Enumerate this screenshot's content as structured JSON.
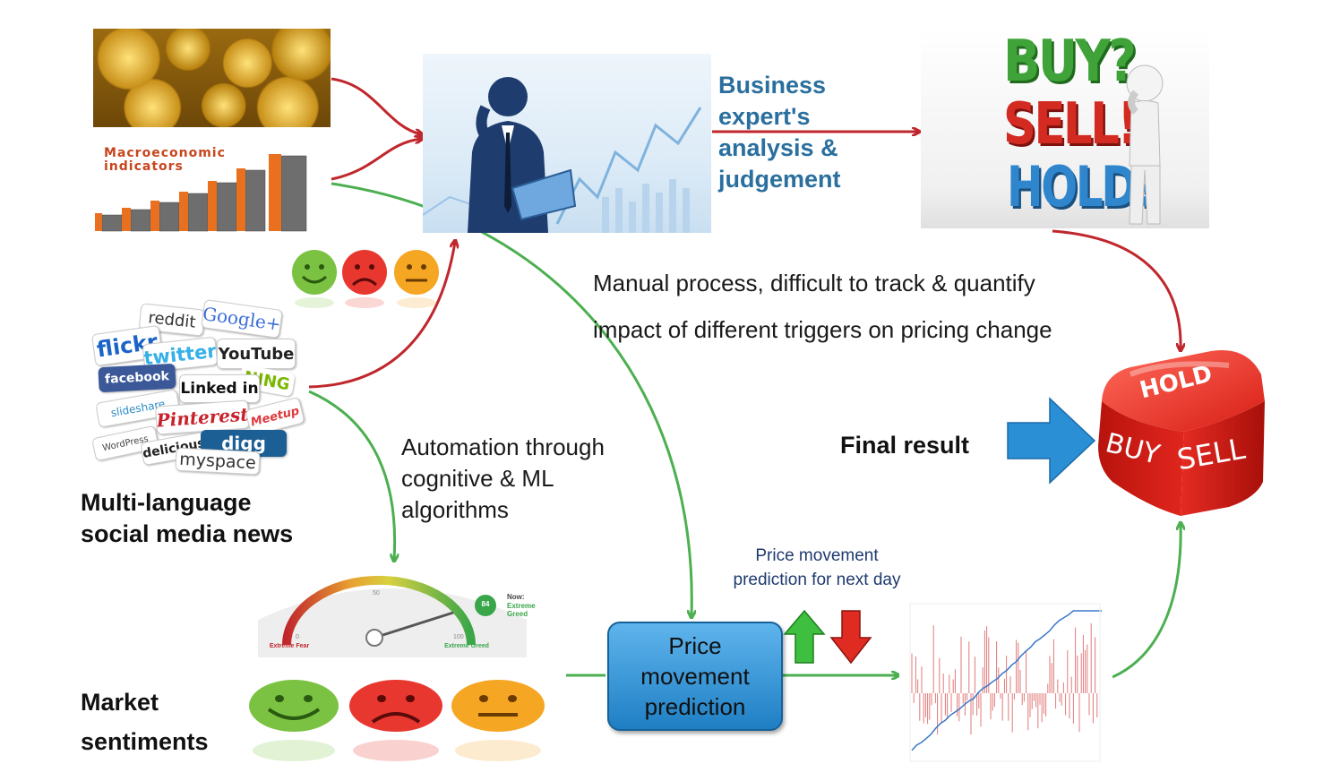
{
  "labels": {
    "macro_line1": "Macroeconomic",
    "macro_line2": "indicators",
    "expert_line1": "Business",
    "expert_line2": "expert's",
    "expert_line3": "analysis &",
    "expert_line4": "judgement",
    "dice_buy": "BUY?",
    "dice_sell": "SELL!",
    "dice_hold": "HOLD?",
    "manual_line1": "Manual process, difficult to track & quantify",
    "manual_line2": "impact of different triggers on pricing change",
    "auto_line1": "Automation through",
    "auto_line2": "cognitive & ML",
    "auto_line3": "algorithms",
    "social_line1": "Multi-language",
    "social_line2": "social media news",
    "final_result": "Final result",
    "market_line1": "Market",
    "market_line2": "sentiments",
    "pred_line1": "Price",
    "pred_line2": "movement",
    "pred_line3": "prediction",
    "next_day_line1": "Price movement",
    "next_day_line2": "prediction for next day",
    "cube_hold": "HOLD",
    "cube_buy": "BUY",
    "cube_sell": "SELL"
  },
  "logos": {
    "reddit": "reddit",
    "google": "Google+",
    "flickr": "flickr",
    "twitter": "twitter",
    "youtube": "YouTube",
    "facebook": "facebook",
    "ning": "NING",
    "linkedin": "Linked in",
    "slideshare": "slideshare",
    "pinterest": "Pinterest",
    "meetup": "Meetup",
    "wordpress": "WordPress",
    "delicious": "delicious",
    "digg": "digg",
    "myspace": "myspace"
  },
  "gauge": {
    "tick_low": "0",
    "tick_mid": "50",
    "tick_high": "100",
    "label_fear": "Extreme Fear",
    "label_greed": "Extreme Greed",
    "now_value": "84",
    "now_label": "Now:",
    "now_state": "Extreme Greed"
  },
  "colors": {
    "red_arrow": "#c0272d",
    "green_arrow": "#4caf50",
    "blue_text": "#2a6f9e",
    "smiley_green": "#7cc242",
    "smiley_red": "#e8372f",
    "smiley_orange": "#f5a623"
  }
}
